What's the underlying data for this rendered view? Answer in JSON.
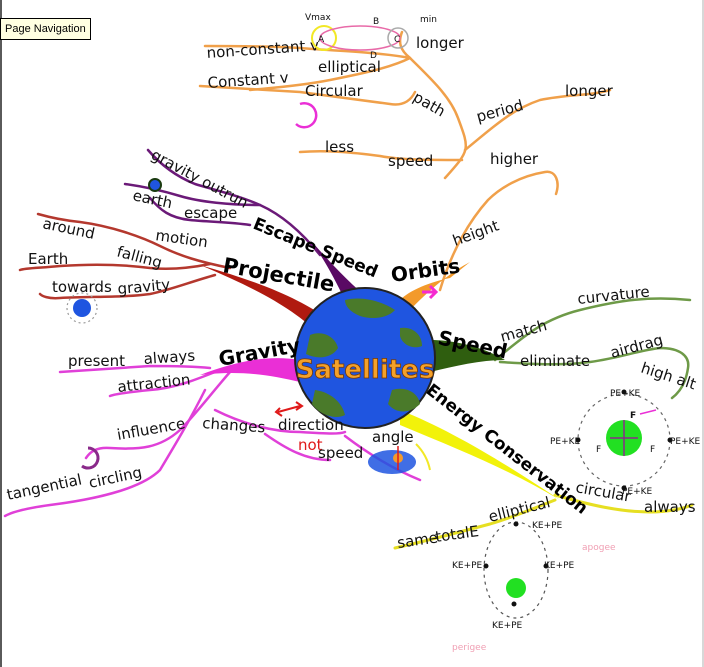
{
  "tooltip": "Page Navigation",
  "center": {
    "label": "Satellites"
  },
  "colors": {
    "orbits": "#f39a2b",
    "escape": "#5a0a64",
    "projectile": "#b01a10",
    "gravity": "#ea2fd6",
    "speed": "#2f5e0f",
    "energy": "#f2f20a",
    "speedBranch": "#6e9a48",
    "projBranch": "#b4382e",
    "escBranch": "#6b1a78",
    "gravBranch": "#e040d8",
    "energyBranch": "#e6df22",
    "orbitBranch": "#f0a04a",
    "earthBlue": "#1f55e0",
    "earthGreen": "#4a7a2a",
    "accentPink": "#f52ad0"
  },
  "branches": {
    "orbits": "Orbits",
    "escape": "Escape Speed",
    "projectile": "Projectile",
    "gravity": "Gravity",
    "speed": "Speed",
    "energy": "Energy Conservation"
  },
  "words": {
    "nonConstant": "non-constant v",
    "elliptical": "elliptical",
    "constantV": "Constant v",
    "circular": "Circular",
    "path": "path",
    "period": "period",
    "longer1": "longer",
    "longer2": "longer",
    "less": "less",
    "speed": "speed",
    "higher": "higher",
    "height": "height",
    "gravityOutrun": "gravity outrun",
    "earth": "earth",
    "escape": "escape",
    "around": "around",
    "motion": "motion",
    "earthFalling": "Earth",
    "falling": "falling",
    "towards": "towards",
    "gravityWord": "gravity",
    "present": "present",
    "always": "always",
    "attraction": "attraction",
    "influence": "influence",
    "changes": "changes",
    "direction": "direction",
    "not": "not",
    "speedNot": "speed",
    "angle": "angle",
    "tangential": "tangential",
    "circling": "circling",
    "match": "match",
    "curvature": "curvature",
    "eliminate": "eliminate",
    "airdrag": "airdrag",
    "highAlt": "high alt",
    "circularE": "circular",
    "alwaysE": "always",
    "same": "same",
    "totalE": "totalE",
    "ellipticalE": "elliptical",
    "kePe1": "KE+PE",
    "kePe2": "KE+PE",
    "kePe3": "KE+PE",
    "kePe4": "KE+PE",
    "apogee": "apogee",
    "perigee": "perigee",
    "peKeTop": "PE+KE",
    "peKeLeft": "PE+KE",
    "peKeRight": "PE+KE",
    "peKeBottom": "PE+KE",
    "forceTop": "F",
    "forceLeft": "F",
    "forceRight": "F",
    "vmax": "Vmax",
    "ptA": "A",
    "ptB": "B",
    "ptC": "C",
    "ptD": "D",
    "vmin": "min"
  }
}
